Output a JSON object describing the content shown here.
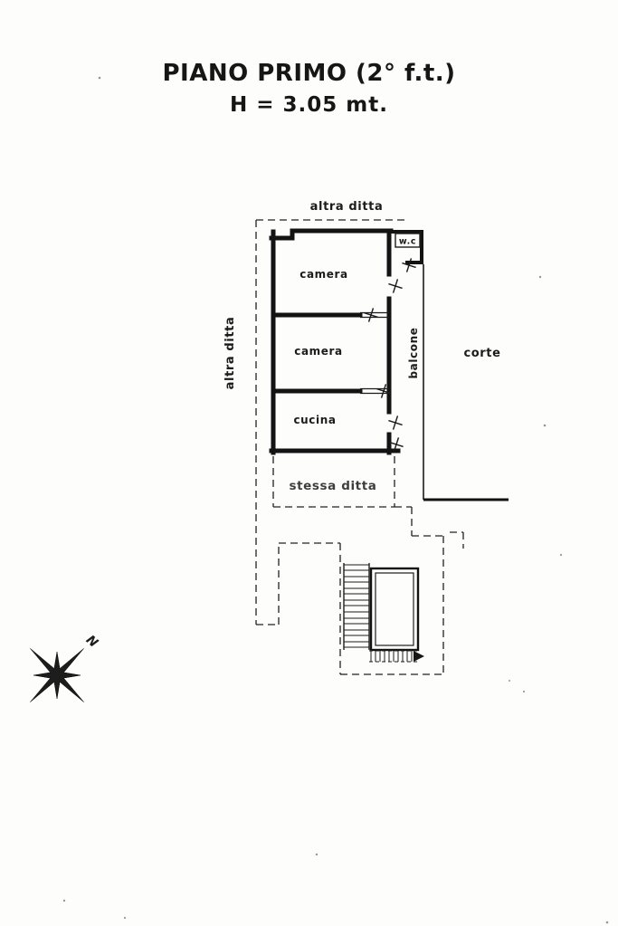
{
  "page": {
    "title_line1": "PIANO PRIMO (2° f.t.)",
    "title_line2": "H = 3.05 mt."
  },
  "plan": {
    "boundary_top_label": "altra ditta",
    "boundary_left_label": "altra ditta",
    "rooms": {
      "camera1": "camera",
      "camera2": "camera",
      "cucina": "cucina",
      "wc": "w.c",
      "balcone": "balcone"
    },
    "outside": {
      "corte": "corte",
      "stessa_ditta": "stessa ditta"
    },
    "compass_north": "N"
  },
  "colors": {
    "ink": "#161616",
    "paper": "#fdfdfc"
  }
}
